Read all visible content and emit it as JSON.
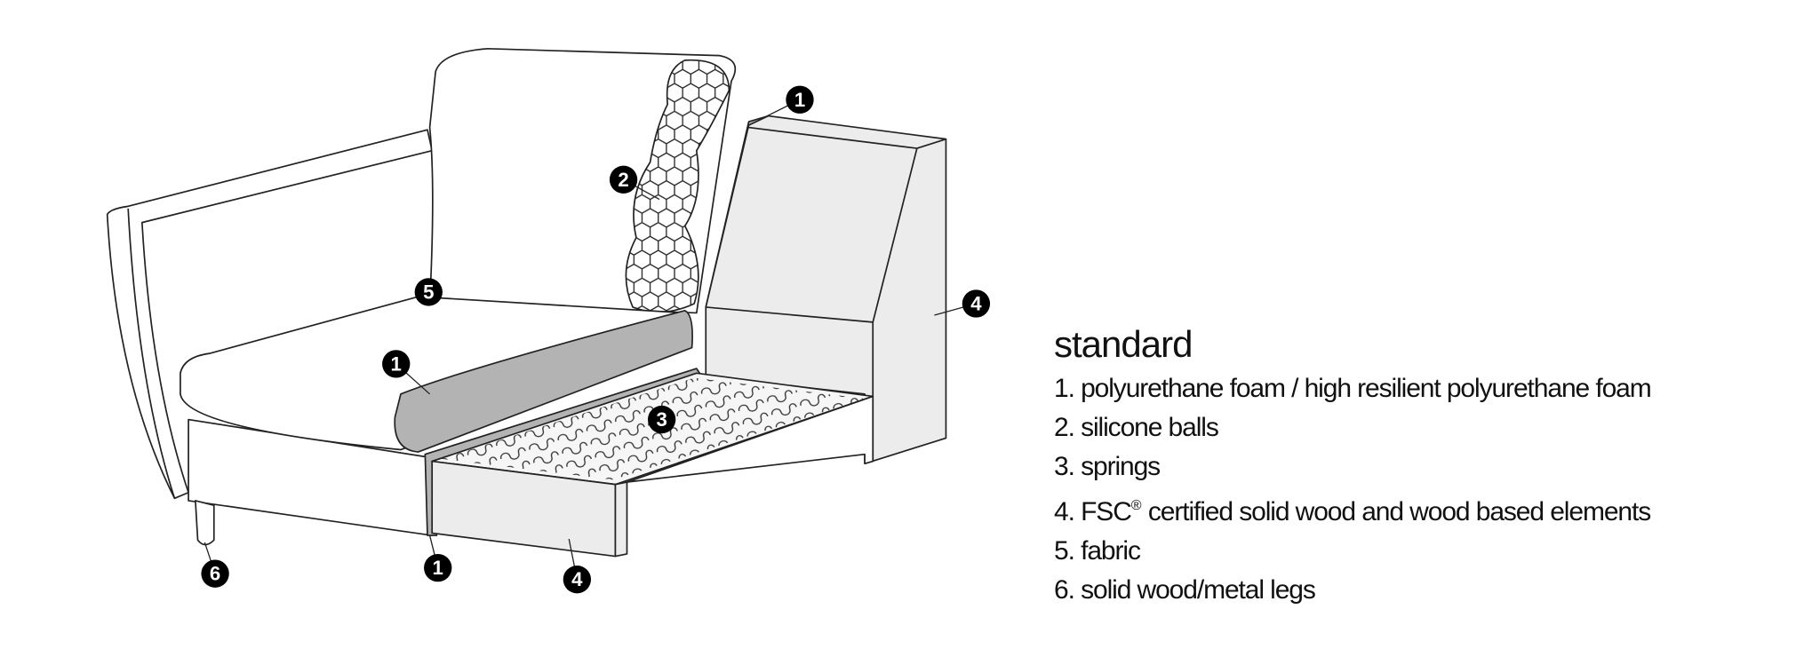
{
  "legend": {
    "title": "standard",
    "items": [
      {
        "num": "1.",
        "text": "polyurethane foam / high resilient polyurethane foam"
      },
      {
        "num": "2.",
        "text": "silicone balls"
      },
      {
        "num": "3.",
        "text": "springs"
      },
      {
        "num": "4.",
        "pre": "FSC",
        "sup": "®",
        "text": "certified solid wood and wood based elements"
      },
      {
        "num": "5.",
        "text": "fabric"
      },
      {
        "num": "6.",
        "text": "solid wood/metal legs"
      }
    ]
  },
  "callouts": [
    "1",
    "2",
    "5",
    "1",
    "3",
    "4",
    "6",
    "1",
    "4"
  ],
  "colors": {
    "foam": "#b3b3b3",
    "wood": "#ececec",
    "line": "#222222",
    "marker": "#000000"
  }
}
